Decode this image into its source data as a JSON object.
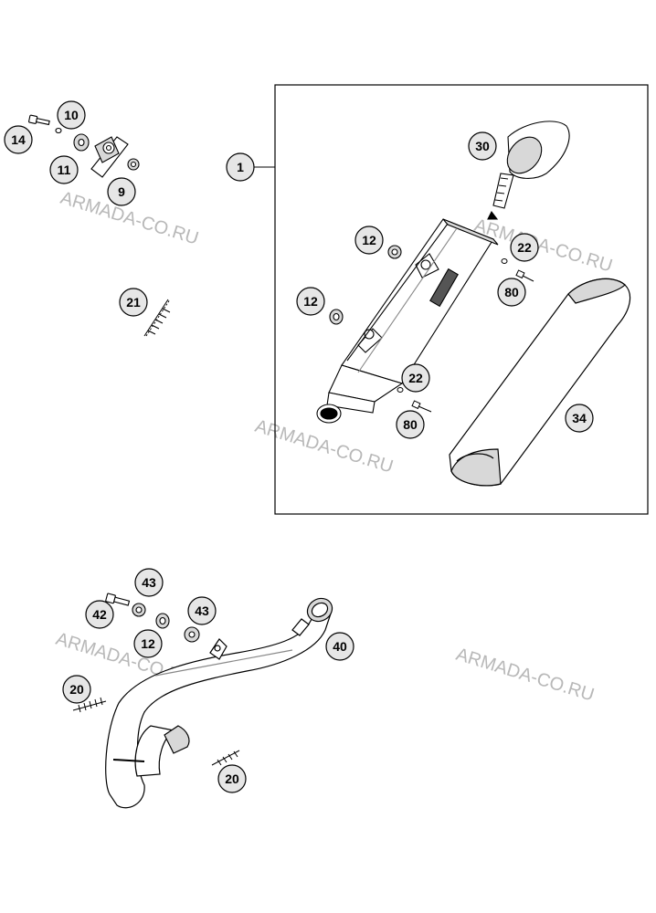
{
  "watermark": {
    "text": "ARMADA-CO.RU"
  },
  "colors": {
    "line": "#000000",
    "watermark": "#b8b8b8",
    "part_fill": "#ffffff",
    "part_shade": "#d8d8d8"
  },
  "callouts": {
    "c14": "14",
    "c10": "10",
    "c11": "11",
    "c9": "9",
    "c21": "21",
    "c1": "1",
    "c30": "30",
    "c12a": "12",
    "c12b": "12",
    "c22a": "22",
    "c80a": "80",
    "c22b": "22",
    "c80b": "80",
    "c34": "34",
    "c43a": "43",
    "c42": "42",
    "c12c": "12",
    "c43b": "43",
    "c40": "40",
    "c20a": "20",
    "c20b": "20"
  }
}
